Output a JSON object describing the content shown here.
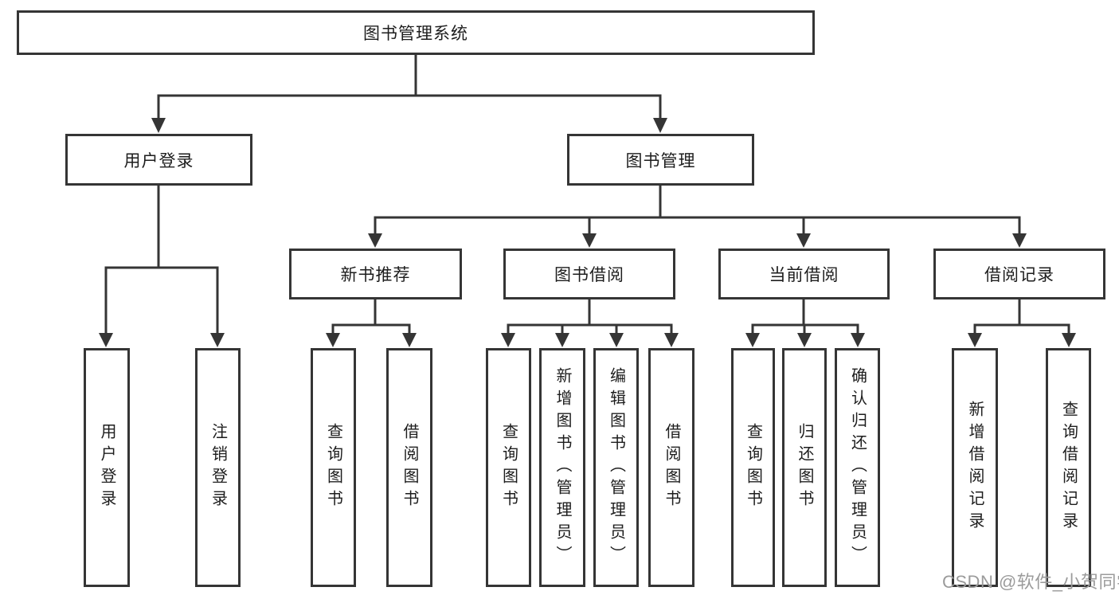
{
  "nodes": {
    "root": "图书管理系统",
    "user_login": "用户登录",
    "book_mgmt": "图书管理",
    "new_book_rec": "新书推荐",
    "book_borrow": "图书借阅",
    "current_borrow": "当前借阅",
    "borrow_records": "借阅记录",
    "leaf_user_login": "用户登录",
    "leaf_logout": "注销登录",
    "leaf_nbr_query": "查询图书",
    "leaf_nbr_borrow": "借阅图书",
    "leaf_bb_query": "查询图书",
    "leaf_bb_add": "新增图书（管理员）",
    "leaf_bb_edit": "编辑图书（管理员）",
    "leaf_bb_borrow": "借阅图书",
    "leaf_cb_query": "查询图书",
    "leaf_cb_return": "归还图书",
    "leaf_cb_confirm": "确认归还（管理员）",
    "leaf_br_add": "新增借阅记录",
    "leaf_br_query": "查询借阅记录"
  },
  "watermark": "CSDN @软件_小贺同学",
  "colors": {
    "line": "#353535",
    "box_border": "#353535",
    "box_fill": "#ffffff",
    "text": "#1d1d1d",
    "watermark": "#9b9b9b",
    "background": "#ffffff"
  }
}
